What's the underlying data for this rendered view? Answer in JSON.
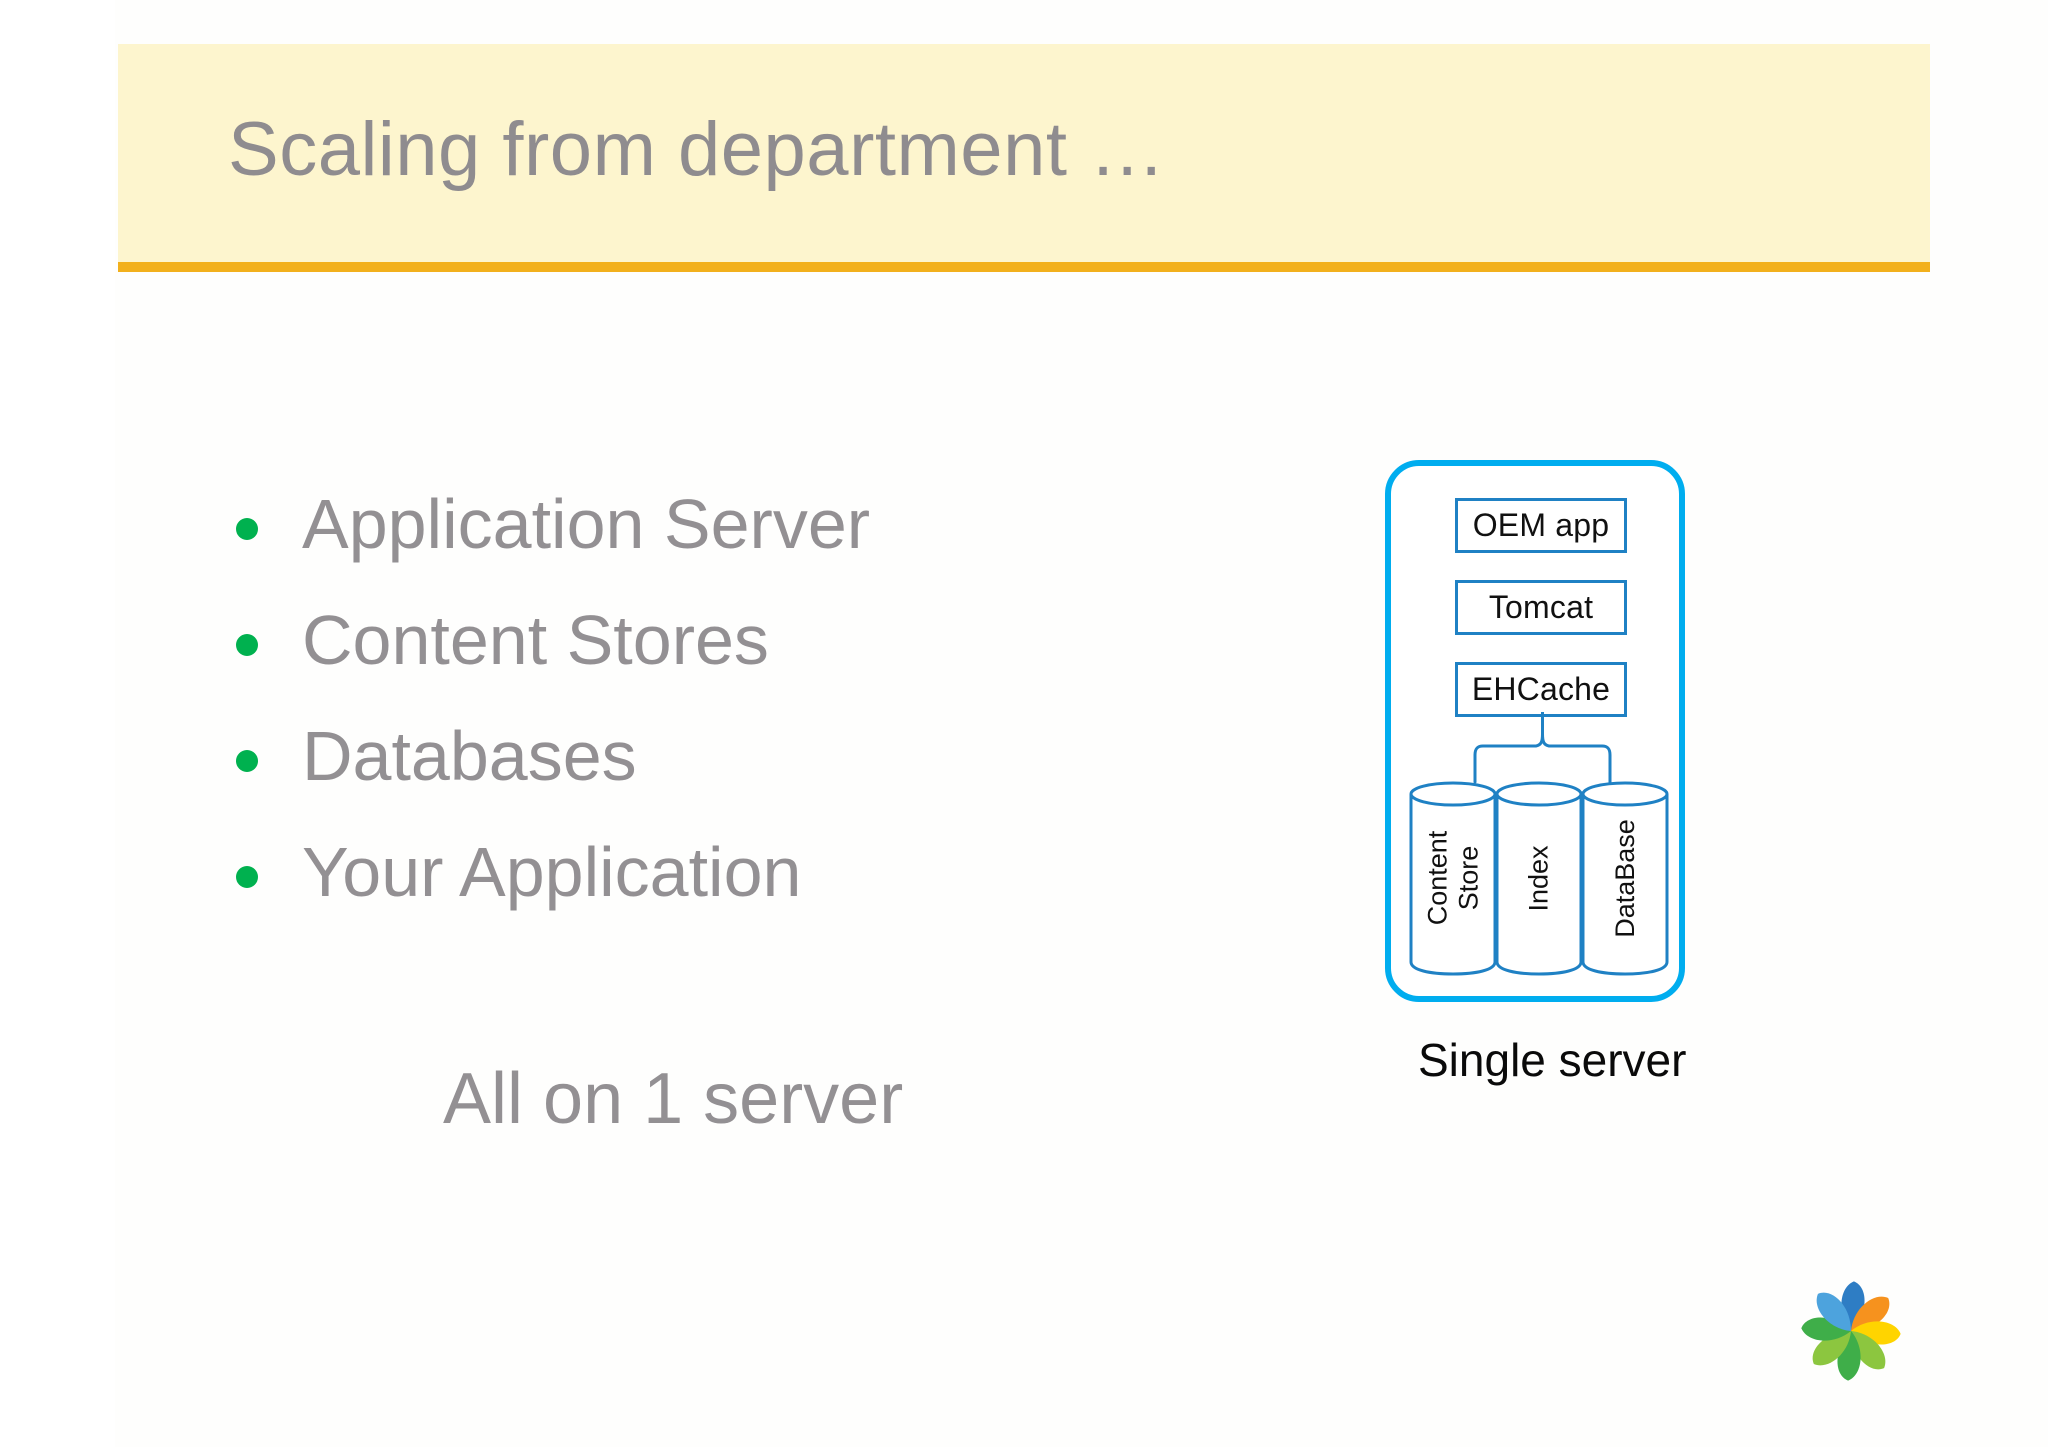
{
  "slide": {
    "title": "Scaling from department …",
    "bullets": [
      {
        "label": "Application Server"
      },
      {
        "label": "Content Stores"
      },
      {
        "label": "Databases"
      },
      {
        "label": "Your Application"
      }
    ],
    "closing_line": "All on 1 server"
  },
  "diagram": {
    "caption": "Single server",
    "stack": [
      {
        "label": "OEM app"
      },
      {
        "label": "Tomcat"
      },
      {
        "label": "EHCache"
      }
    ],
    "stores": [
      {
        "label": "Content Store"
      },
      {
        "label": "Index"
      },
      {
        "label": "DataBase"
      }
    ]
  },
  "colors": {
    "band_background": "#fdf5ce",
    "band_rule": "#f2b01c",
    "title_text": "#8f8c8f",
    "body_text": "#939093",
    "bullet_dot": "#00b14f",
    "container_border": "#00adef",
    "box_border": "#1f81c4",
    "caption_text": "#0a0a0a",
    "logo_blue": "#2e7dc4",
    "logo_light_blue": "#4da3dd",
    "logo_orange": "#f6921e",
    "logo_yellow": "#ffd400",
    "logo_green": "#3fae49",
    "logo_light_green": "#8cc63f"
  },
  "icons": {
    "bullet": "bullet-dot-icon",
    "brand": "alfresco-logo-icon",
    "brace": "brace-connector-icon",
    "cylinder": "cylinder-icon"
  }
}
